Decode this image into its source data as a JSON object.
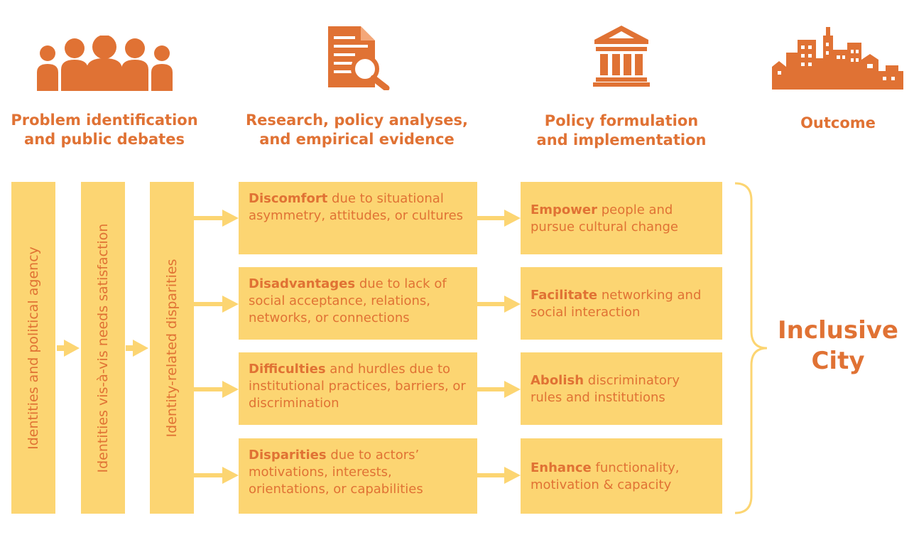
{
  "header": {
    "col1": {
      "line1": "Problem identification",
      "line2": "and public debates",
      "icon": "people-group-icon"
    },
    "col2": {
      "line1": "Research, policy analyses,",
      "line2": "and empirical evidence",
      "icon": "document-search-icon"
    },
    "col3": {
      "line1": "Policy formulation",
      "line2": "and implementation",
      "icon": "government-building-icon"
    },
    "col4": {
      "line1": "Outcome",
      "icon": "city-skyline-icon"
    }
  },
  "vertical_bars": [
    "Identities and political agency",
    "Identities vis-à-vis needs satisfaction",
    "Identity-related disparities"
  ],
  "research_boxes": [
    {
      "bold": "Discomfort",
      "rest": " due to situational asymmetry, attitudes, or cultures"
    },
    {
      "bold": "Disadvantages",
      "rest": " due to lack of social acceptance, relations, networks, or connections"
    },
    {
      "bold": "Difficulties",
      "rest": " and hurdles due to institutional practices, barriers, or discrimination"
    },
    {
      "bold": "Disparities",
      "rest": " due to actors’ motivations, interests, orientations, or capabilities"
    }
  ],
  "policy_boxes": [
    {
      "bold": "Empower",
      "rest": " people and pursue cultural change"
    },
    {
      "bold": "Facilitate",
      "rest": " networking and social interaction"
    },
    {
      "bold": "Abolish",
      "rest": " discriminatory rules and institutions"
    },
    {
      "bold": "Enhance",
      "rest": " functionality, motivation & capacity"
    }
  ],
  "outcome": {
    "line1": "Inclusive",
    "line2": "City"
  },
  "colors": {
    "accent": "#e07234",
    "box": "#fcd572",
    "arrow": "#fcd572"
  }
}
